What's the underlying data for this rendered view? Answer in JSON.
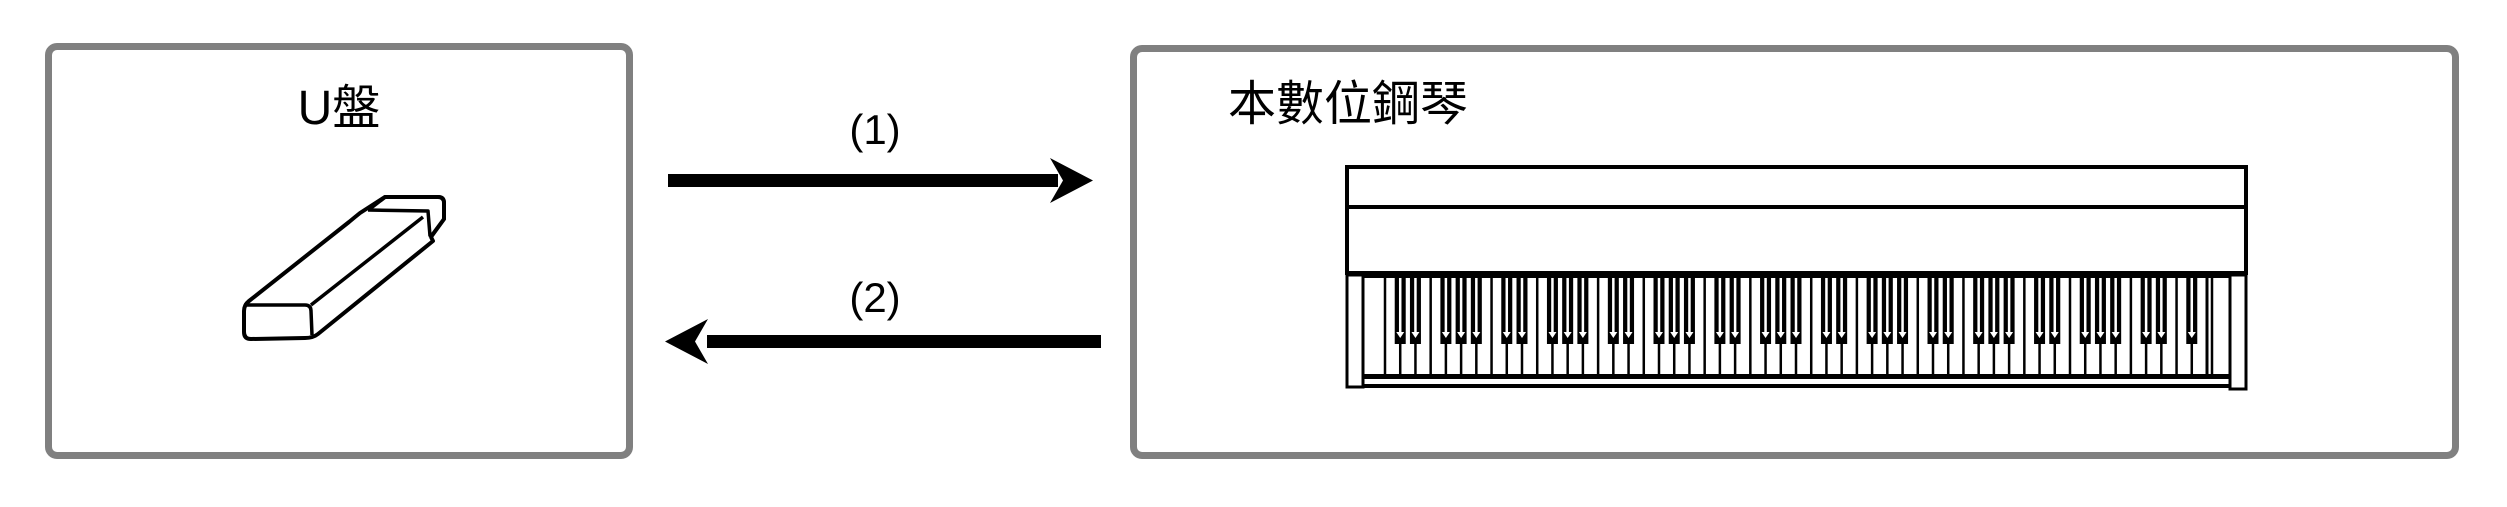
{
  "diagram": {
    "background_color": "#ffffff",
    "line_color": "#000000",
    "box_border_color": "#808080"
  },
  "usb_box": {
    "title": "U盤",
    "illustration": "usb-flash-drive"
  },
  "piano_box": {
    "title": "本數位鋼琴",
    "illustration": "digital-piano-front-view"
  },
  "flow": {
    "arrow1": {
      "label": "(1)",
      "direction": "left-to-right"
    },
    "arrow2": {
      "label": "(2)",
      "direction": "right-to-left"
    }
  }
}
